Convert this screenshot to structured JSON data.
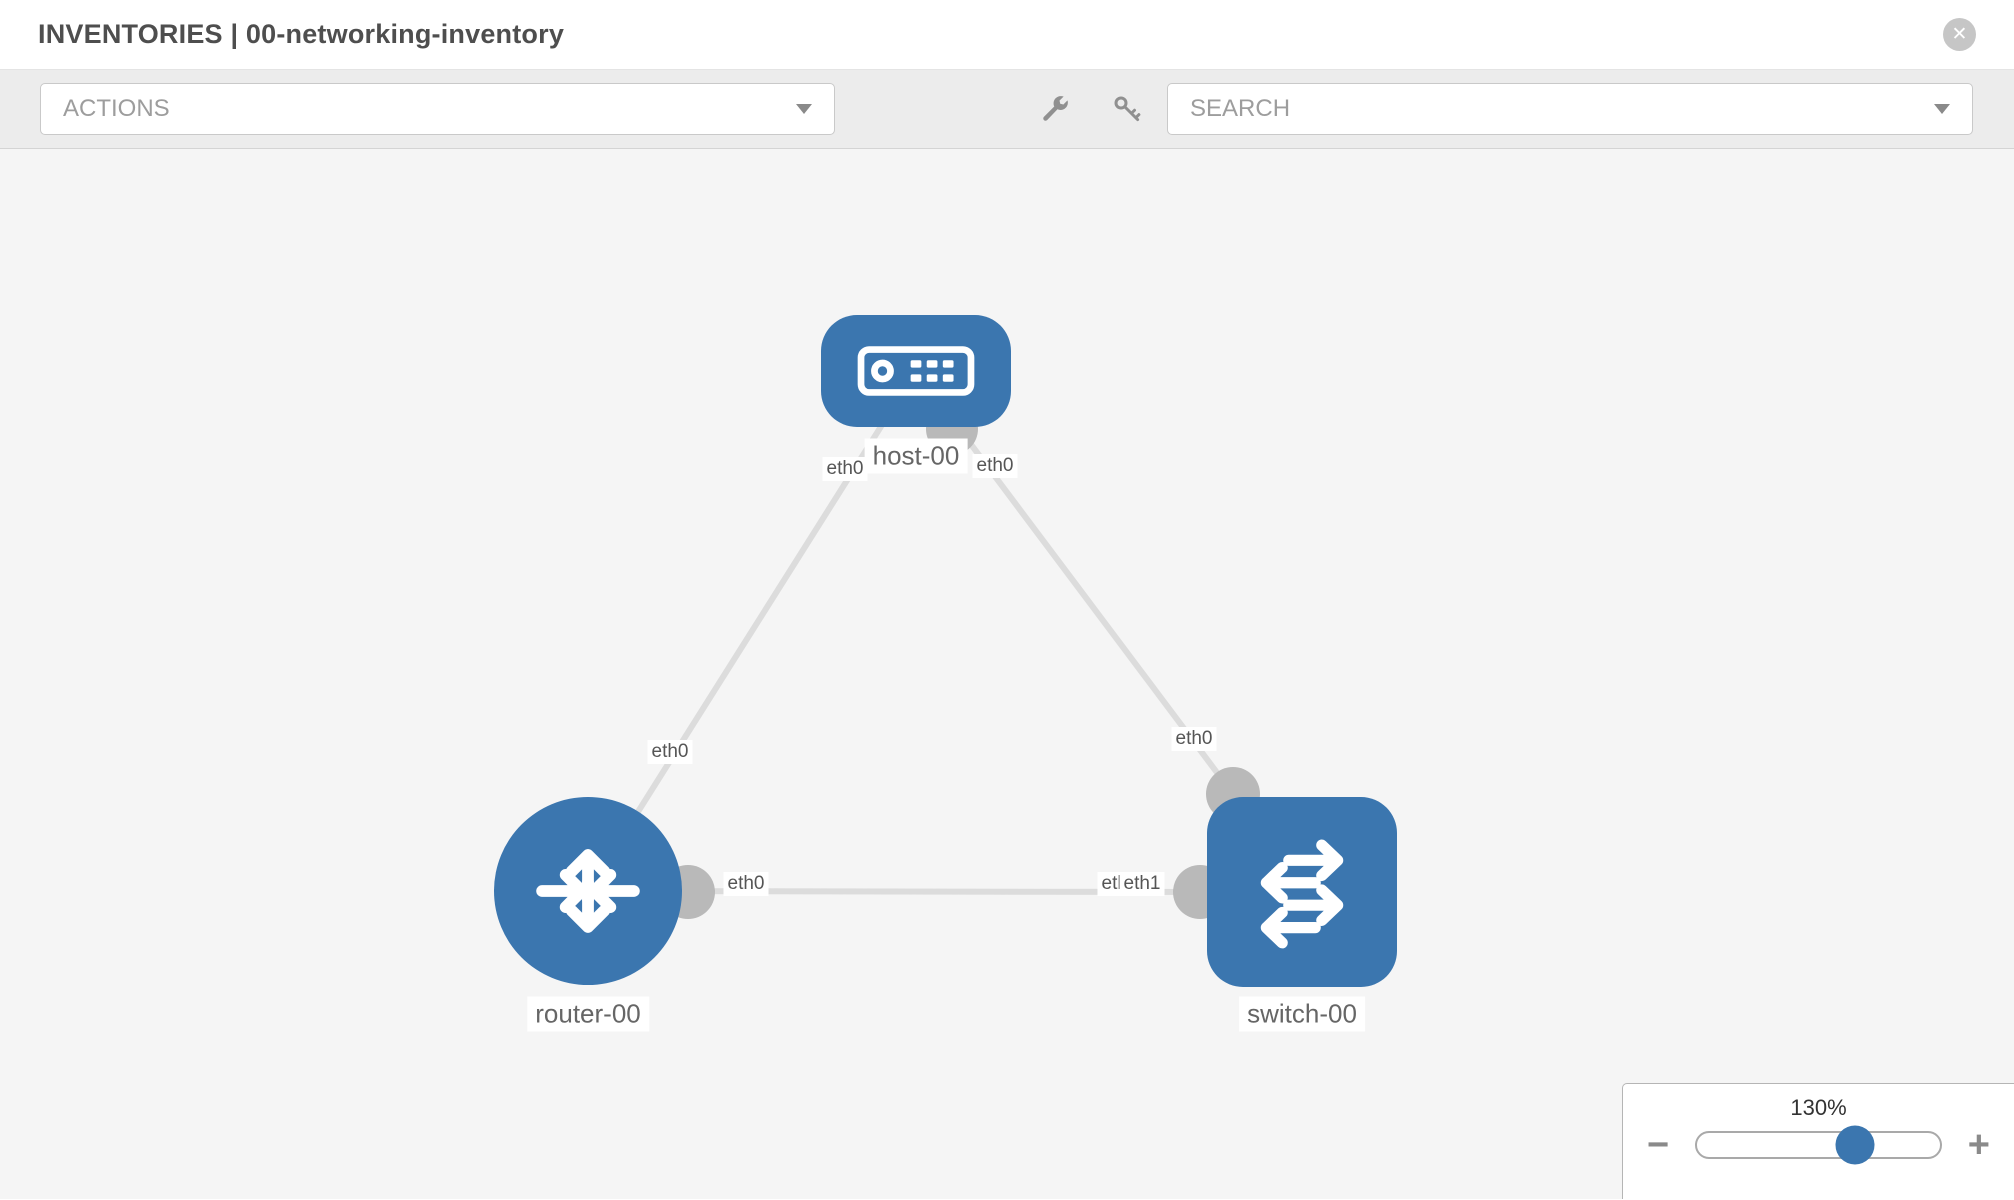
{
  "window": {
    "title": "INVENTORIES | 00-networking-inventory",
    "close_glyph": "✕"
  },
  "toolbar": {
    "actions_dropdown": {
      "value": "ACTIONS"
    },
    "search_dropdown": {
      "placeholder": "SEARCH"
    },
    "tool_icons": [
      "wrench",
      "key"
    ]
  },
  "topology": {
    "nodes": [
      {
        "id": "host-00",
        "type": "host",
        "label": "host-00"
      },
      {
        "id": "router-00",
        "type": "router",
        "label": "router-00"
      },
      {
        "id": "switch-00",
        "type": "switch",
        "label": "switch-00"
      }
    ],
    "links": [
      {
        "source": "host-00",
        "target": "router-00",
        "source_interface": "eth0",
        "target_interface": "eth0"
      },
      {
        "source": "host-00",
        "target": "switch-00",
        "source_interface": "eth0",
        "target_interface": "eth0"
      },
      {
        "source": "router-00",
        "target": "switch-00",
        "source_interface": "eth0",
        "target_interface": "eth1",
        "target_interface_overlapped": "eth0"
      }
    ]
  },
  "zoom_control": {
    "level": "130%",
    "zoom_out": "−",
    "zoom_in": "+"
  },
  "colors": {
    "node_fill": "#3b76af",
    "link": "#dcdcdc",
    "port": "#b9b9b9",
    "canvas_bg": "#f5f5f5",
    "toolbar_bg": "#ececec"
  }
}
